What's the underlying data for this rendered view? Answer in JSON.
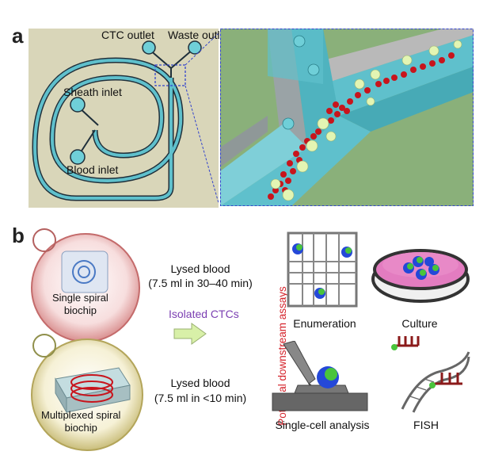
{
  "panel_a": {
    "letter": "a",
    "labels": {
      "ctc_outlet": "CTC outlet",
      "waste_outlet": "Waste outlet",
      "sheath_inlet": "Sheath inlet",
      "blood_inlet": "Blood inlet"
    }
  },
  "panel_b": {
    "letter": "b",
    "single_chip": "Single spiral\nbiochip",
    "multi_chip": "Multiplexed spiral\nbiochip",
    "lysed_1_line1": "Lysed blood",
    "lysed_1_line2": "(7.5 ml in 30–40 min)",
    "lysed_2_line1": "Lysed blood",
    "lysed_2_line2": "(7.5 ml in <10 min)",
    "isolated": "Isolated CTCs",
    "assays_title": "Potential downstream assays",
    "assays": {
      "enumeration": "Enumeration",
      "culture": "Culture",
      "single_cell": "Single-cell analysis",
      "fish": "FISH"
    }
  },
  "colors": {
    "channel": "#5fc0cc",
    "background_a": "#d9d6b9",
    "zoom_bg": "#8ab07a",
    "rbc": "#c8141c",
    "ctc": "#e3f5b3",
    "isolated_text": "#7b3fb2",
    "assays_text": "#d4232b",
    "arrow": "#d8f0a8"
  }
}
